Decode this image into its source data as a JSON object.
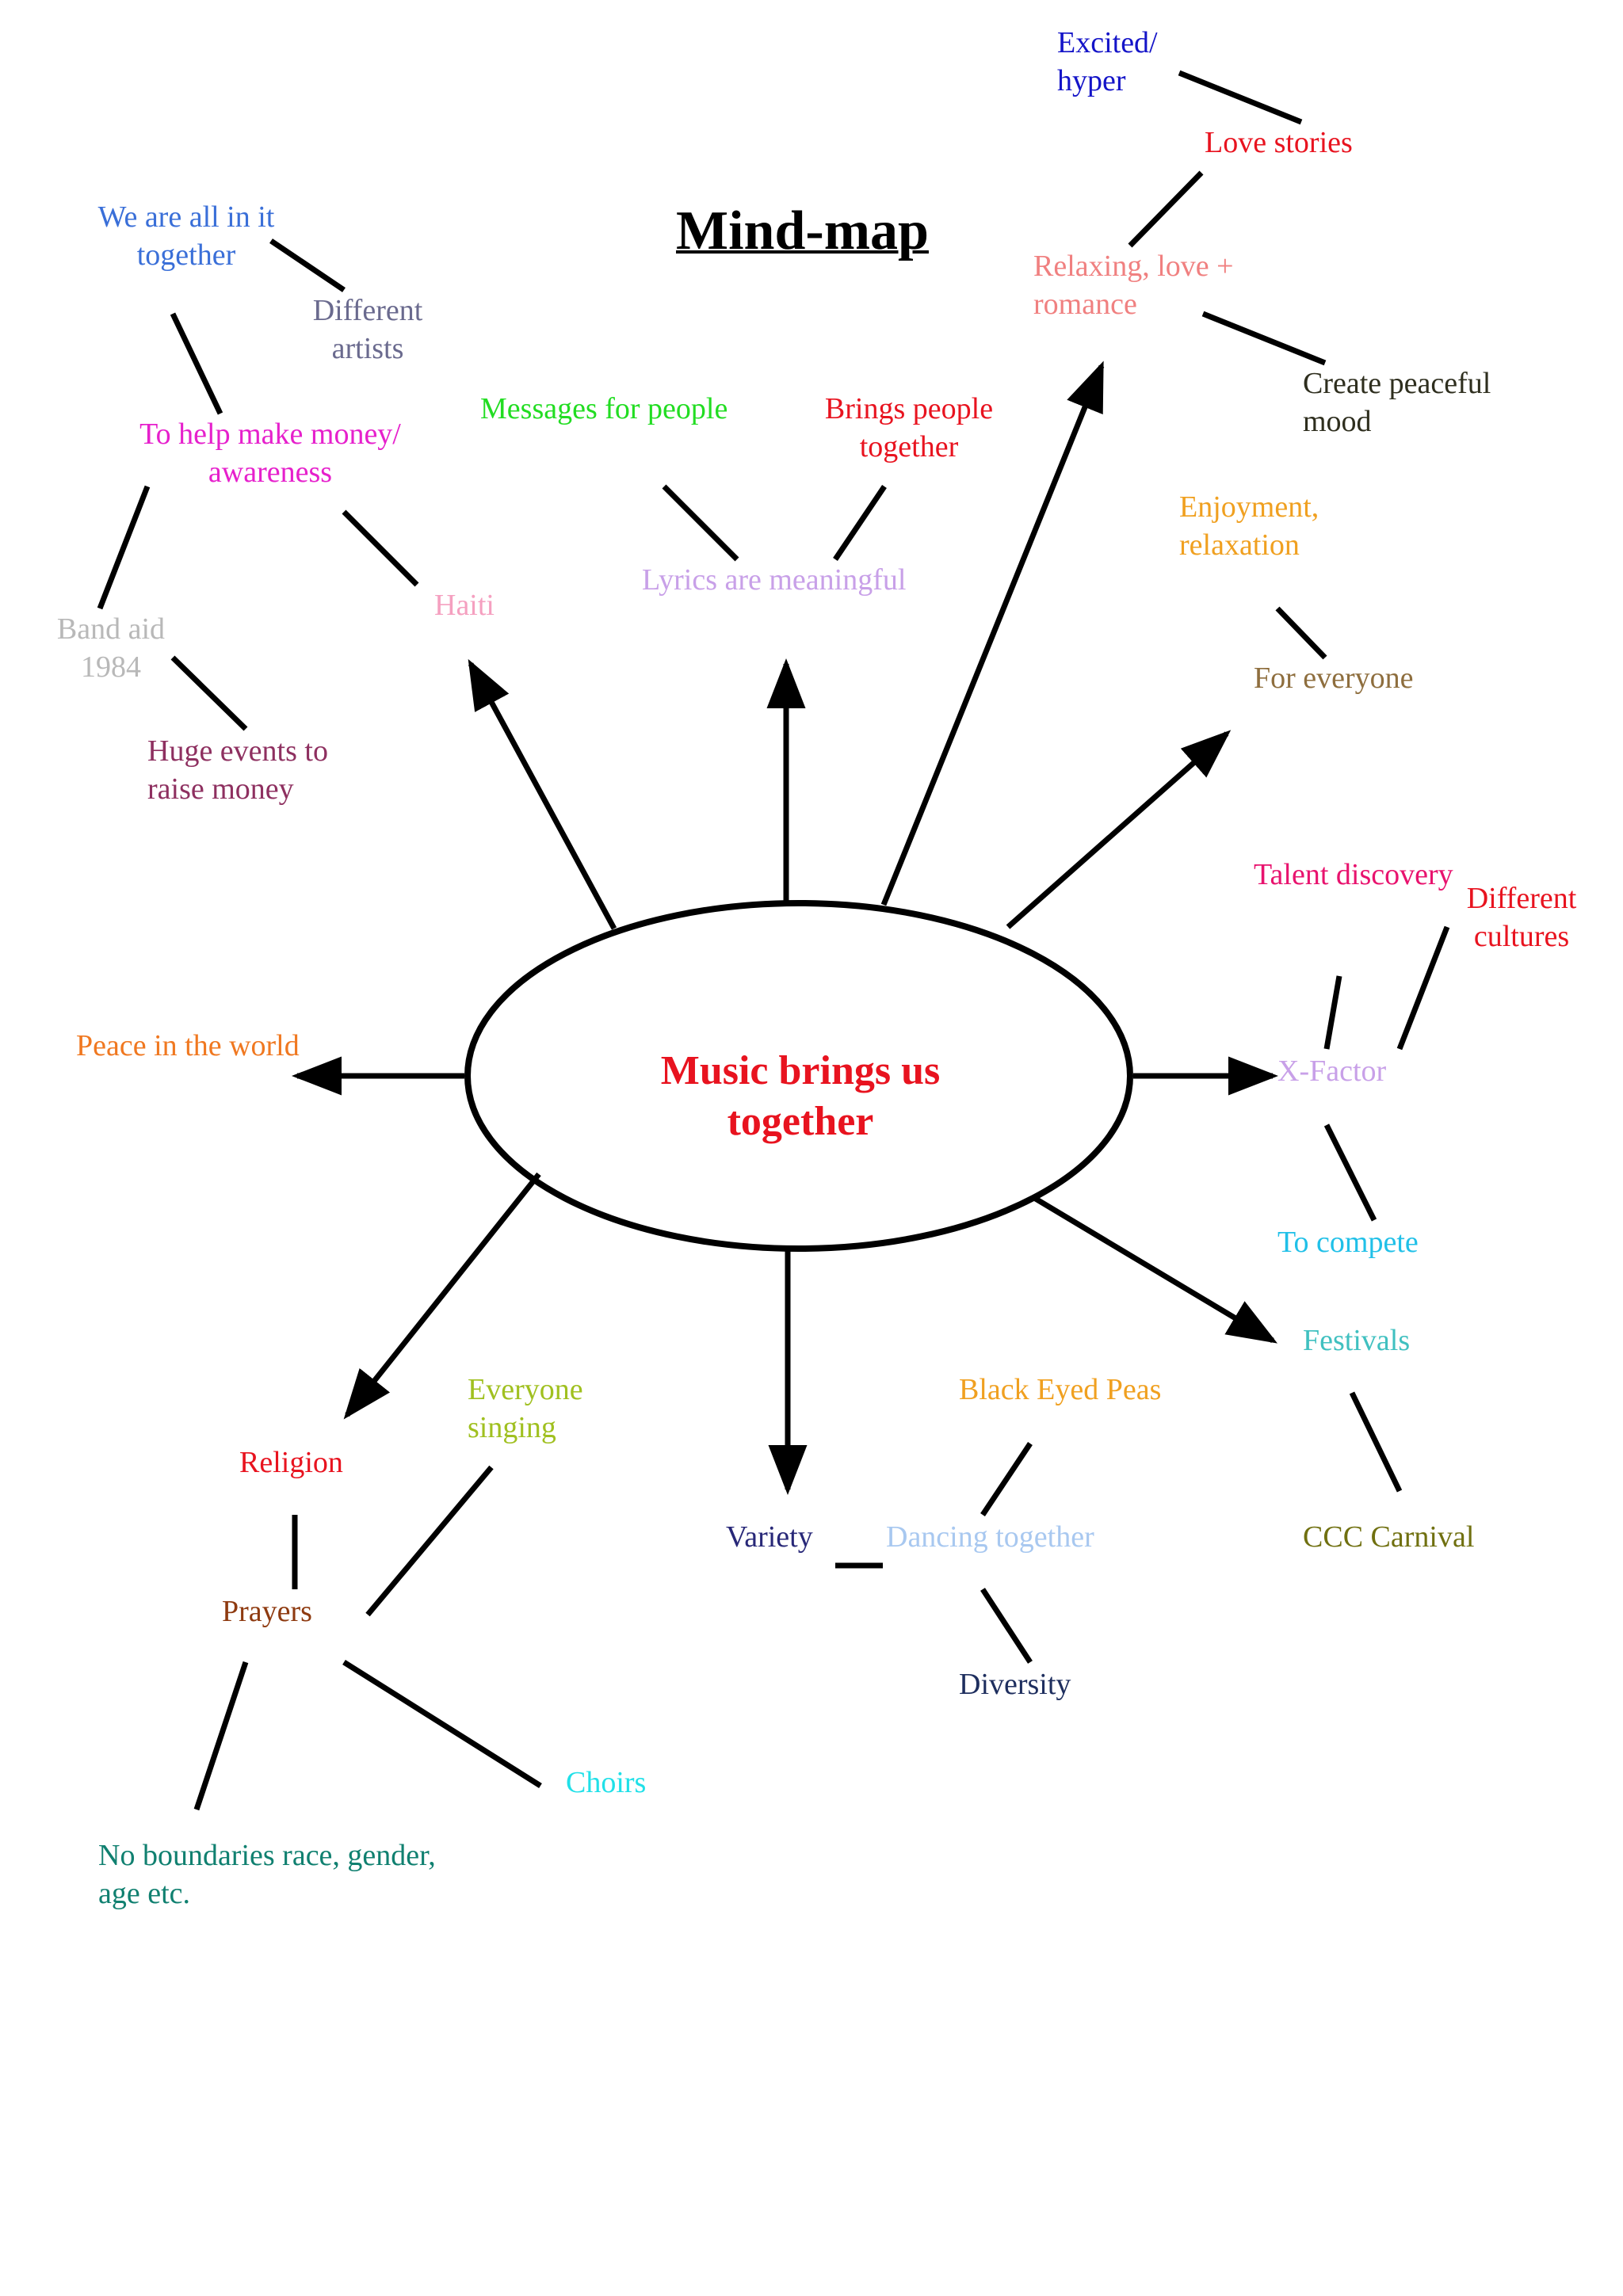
{
  "title": "Mind-map",
  "center": {
    "line1": "Music brings us",
    "line2": "together"
  },
  "colors": {
    "line": "#000000",
    "center_text": "#e8131f"
  },
  "nodes": {
    "excited_hyper": {
      "lines": [
        "Excited/",
        "hyper"
      ],
      "color": "#1414c8"
    },
    "love_stories": {
      "lines": [
        "Love stories"
      ],
      "color": "#e8131f"
    },
    "relaxing_love": {
      "lines": [
        "Relaxing, love +",
        "romance"
      ],
      "color": "#f08080"
    },
    "create_peaceful": {
      "lines": [
        "Create peaceful",
        "mood"
      ],
      "color": "#2e2e1e"
    },
    "we_are_all": {
      "lines": [
        "We are all in it",
        "together"
      ],
      "color": "#3a6fd8"
    },
    "different_artists": {
      "lines": [
        "Different",
        "artists"
      ],
      "color": "#6a6a8e"
    },
    "messages_for_people": {
      "lines": [
        "Messages for people"
      ],
      "color": "#22dd22"
    },
    "brings_people": {
      "lines": [
        "Brings people",
        "together"
      ],
      "color": "#e8131f"
    },
    "help_make_money": {
      "lines": [
        "To help make money/",
        "awareness"
      ],
      "color": "#e620cc"
    },
    "enjoyment": {
      "lines": [
        "Enjoyment,",
        "relaxation"
      ],
      "color": "#f0a020"
    },
    "lyrics_meaningful": {
      "lines": [
        "Lyrics are meaningful"
      ],
      "color": "#c8a0e8"
    },
    "haiti": {
      "lines": [
        "Haiti"
      ],
      "color": "#f5a0c0"
    },
    "band_aid": {
      "lines": [
        "Band aid",
        "1984"
      ],
      "color": "#b8b8b8"
    },
    "for_everyone": {
      "lines": [
        "For everyone"
      ],
      "color": "#8e6e3e"
    },
    "huge_events": {
      "lines": [
        "Huge events to",
        "raise money"
      ],
      "color": "#8e3060"
    },
    "talent_discovery": {
      "lines": [
        "Talent discovery"
      ],
      "color": "#e8136e"
    },
    "different_cultures": {
      "lines": [
        "Different",
        "cultures"
      ],
      "color": "#e8131f"
    },
    "peace_in_world": {
      "lines": [
        "Peace in the world"
      ],
      "color": "#f07820"
    },
    "x_factor": {
      "lines": [
        "X-Factor"
      ],
      "color": "#c8a0e8"
    },
    "to_compete": {
      "lines": [
        "To compete"
      ],
      "color": "#20c0e8"
    },
    "festivals": {
      "lines": [
        "Festivals"
      ],
      "color": "#40c0c0"
    },
    "everyone_singing": {
      "lines": [
        "Everyone",
        "singing"
      ],
      "color": "#a0c020"
    },
    "black_eyed_peas": {
      "lines": [
        "Black Eyed Peas"
      ],
      "color": "#f0a020"
    },
    "religion": {
      "lines": [
        "Religion"
      ],
      "color": "#e8131f"
    },
    "variety": {
      "lines": [
        "Variety"
      ],
      "color": "#282878"
    },
    "dancing_together": {
      "lines": [
        "Dancing together"
      ],
      "color": "#a8c8f0"
    },
    "ccc_carnival": {
      "lines": [
        "CCC Carnival"
      ],
      "color": "#707010"
    },
    "prayers": {
      "lines": [
        "Prayers"
      ],
      "color": "#8e3a10"
    },
    "diversity": {
      "lines": [
        "Diversity"
      ],
      "color": "#1e2e5e"
    },
    "choirs": {
      "lines": [
        "Choirs"
      ],
      "color": "#20e0e8"
    },
    "no_boundaries": {
      "lines": [
        "No boundaries race, gender,",
        "age etc."
      ],
      "color": "#108070"
    }
  }
}
